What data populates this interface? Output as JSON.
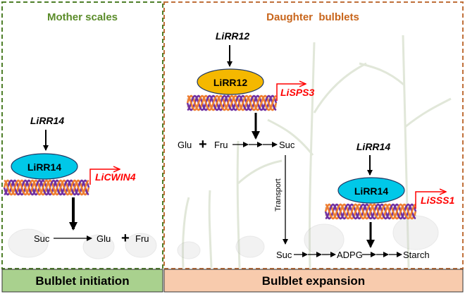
{
  "panels": {
    "left_title": "Mother scales",
    "right_title": "Daughter  bulblets"
  },
  "footer": {
    "left_label": "Bulblet initiation",
    "right_label": "Bulblet expansion"
  },
  "left_pathway": {
    "regulator_gene": "LiRR14",
    "protein": "LiRR14",
    "target_gene": "LiCWIN4",
    "substrate": "Suc",
    "product_a": "Glu",
    "plus": "+",
    "product_b": "Fru"
  },
  "top_pathway": {
    "regulator_gene": "LiRR12",
    "protein": "LiRR12",
    "target_gene": "LiSPS3",
    "substrate_a": "Glu",
    "plus": "+",
    "substrate_b": "Fru",
    "product": "Suc",
    "transport_label": "Transport"
  },
  "bottom_pathway": {
    "regulator_gene": "LiRR14",
    "protein": "LiRR14",
    "target_gene": "LiSSS1",
    "substrate": "Suc",
    "intermediate": "ADPG",
    "product": "Starch"
  },
  "colors": {
    "green_title": "#5b8c2a",
    "orange_title": "#c8651b",
    "left_dash_border": "#4f7f2a",
    "right_dash_border": "#c0703a",
    "footer_left_bg": "#a9d18e",
    "footer_right_bg": "#f8cbad",
    "protein_cyan": "#00c8e8",
    "protein_orange": "#f5b800",
    "dna_purple": "#7030a0",
    "dna_orange": "#ed7d31",
    "target_red": "#ff0000"
  }
}
